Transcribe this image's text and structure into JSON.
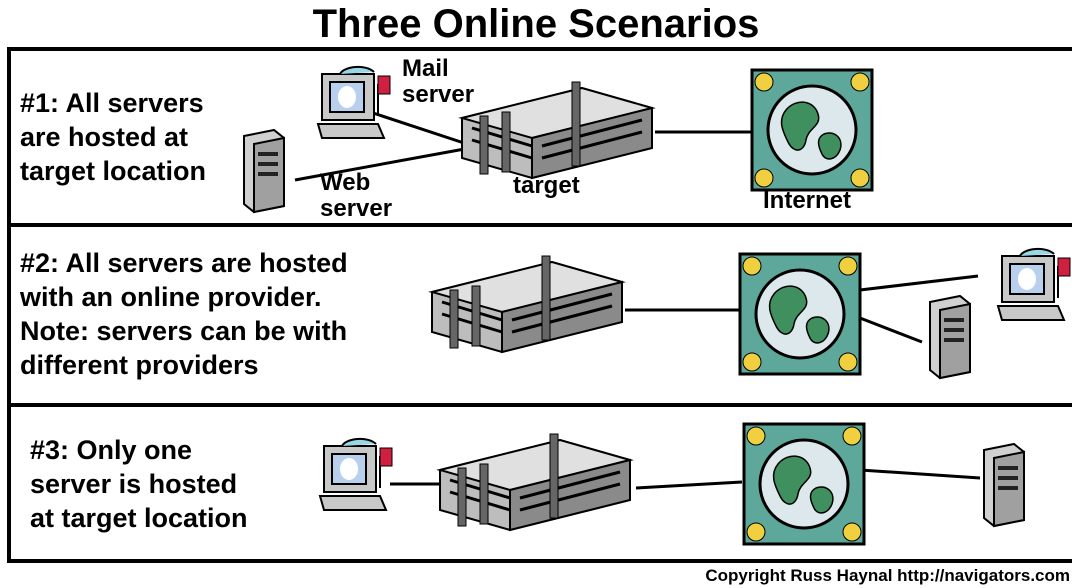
{
  "title": "Three Online Scenarios",
  "scenarios": [
    {
      "label": "#1: All servers\nare hosted at\ntarget location",
      "mail_server": "Mail\nserver",
      "web_server": "Web\nserver",
      "target": "target",
      "internet": "Internet"
    },
    {
      "label": "#2: All servers are hosted\nwith an online provider.\nNote: servers can be with\ndifferent providers"
    },
    {
      "label": "#3: Only one\nserver is hosted\nat target location"
    }
  ],
  "copyright": "Copyright Russ Haynal http://navigators.com",
  "colors": {
    "globe_bg": "#5da89a",
    "globe_ocean": "#dce8ec",
    "land": "#3f8f5f",
    "building": "#8a8a8a",
    "monitor": "#d04060"
  }
}
